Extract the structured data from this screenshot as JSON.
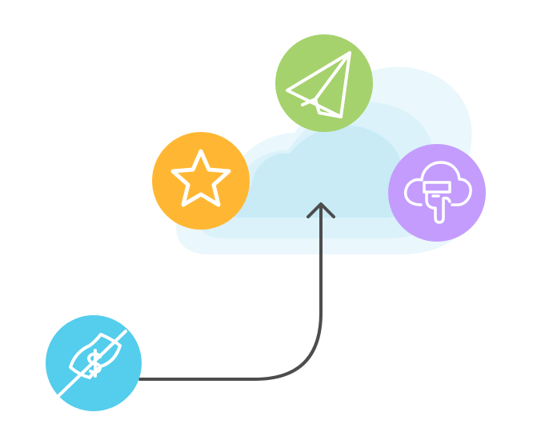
{
  "diagram": {
    "nodes": [
      {
        "id": "no-money",
        "icon": "crossed-out-dollar-bill-icon",
        "color": "#55cdec"
      },
      {
        "id": "favorite",
        "icon": "star-icon",
        "color": "#ffb733"
      },
      {
        "id": "send",
        "icon": "paper-plane-icon",
        "color": "#a5d26d"
      },
      {
        "id": "cloud-tap",
        "icon": "cloud-with-pointing-hand-icon",
        "color": "#c49cfd"
      }
    ],
    "cloud": {
      "icon": "cloud-icon",
      "color": "#c8ebf6",
      "halo_color": "#eaf7fc"
    },
    "connector": {
      "from": "no-money",
      "to": "cloud",
      "color": "#4d4d4d"
    },
    "icon_stroke_color": "#ffffff"
  }
}
